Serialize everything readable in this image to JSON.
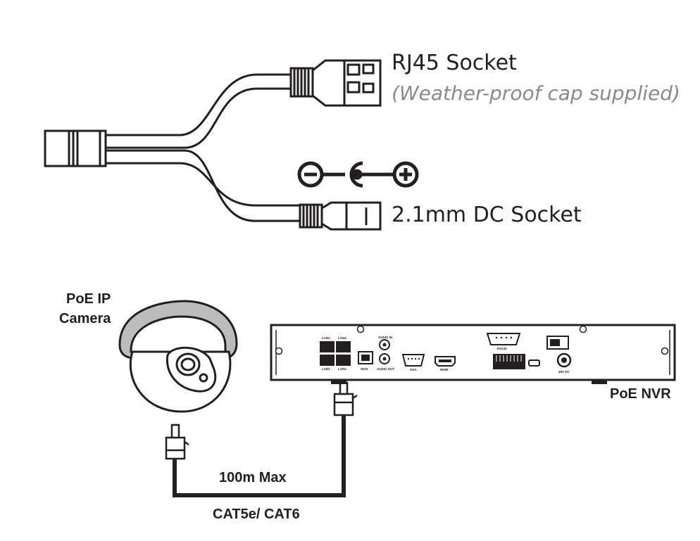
{
  "labels": {
    "rj45_socket": "RJ45 Socket",
    "weather_cap": "(Weather-proof cap supplied)",
    "dc_socket": "2.1mm DC Socket",
    "camera_line1": "PoE IP",
    "camera_line2": "Camera",
    "nvr": "PoE NVR",
    "distance": "100m Max",
    "cable_type": "CAT5e/ CAT6"
  },
  "nvr_panel": {
    "lan1": "LAN1",
    "lan2": "LAN2",
    "lan3": "LAN3",
    "lan4": "LAN4",
    "wan": "WAN",
    "audio_in": "AUDIO IN",
    "audio_out": "AUDIO OUT",
    "vga": "VGA",
    "hdmi": "HDMI",
    "rs232": "RS232",
    "power": "48V DC"
  },
  "colors": {
    "ink": "#231f20",
    "caption_grey": "#8a8a8a",
    "camera_ring": "#bcbcbc"
  }
}
